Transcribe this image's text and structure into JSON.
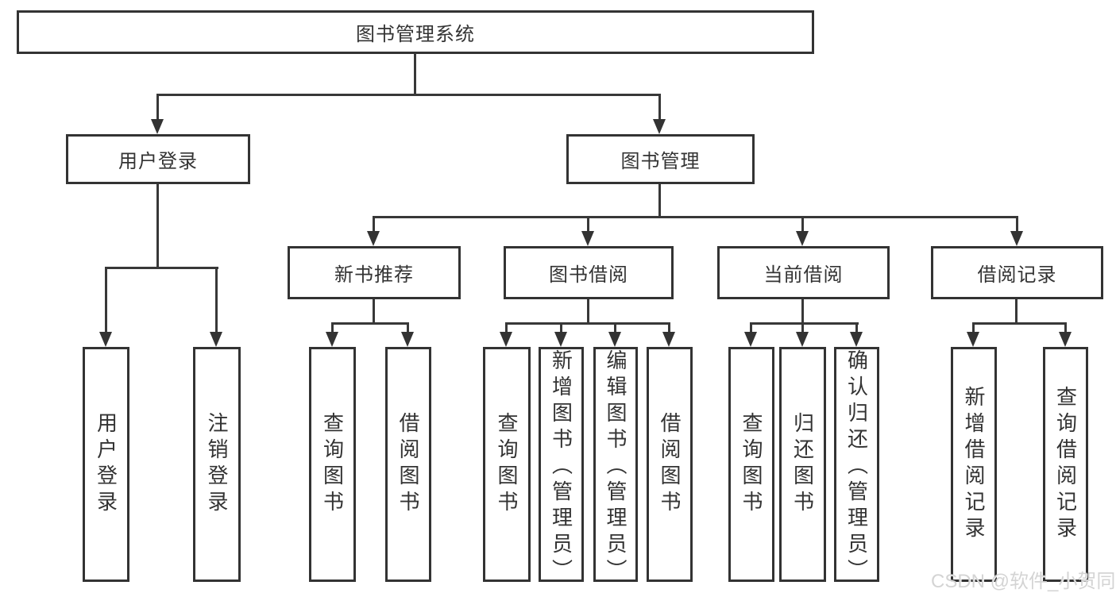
{
  "tree": {
    "root": "图书管理系统",
    "branches": [
      {
        "label": "用户登录",
        "children": [
          "用户登录",
          "注销登录"
        ]
      },
      {
        "label": "图书管理",
        "sections": [
          {
            "label": "新书推荐",
            "children": [
              "查询图书",
              "借阅图书"
            ]
          },
          {
            "label": "图书借阅",
            "children": [
              "查询图书",
              "新增图书（管理员）",
              "编辑图书（管理员）",
              "借阅图书"
            ]
          },
          {
            "label": "当前借阅",
            "children": [
              "查询图书",
              "归还图书",
              "确认归还（管理员）"
            ]
          },
          {
            "label": "借阅记录",
            "children": [
              "新增借阅记录",
              "查询借阅记录"
            ]
          }
        ]
      }
    ]
  },
  "watermark": "CSDN @软件_小贺同学",
  "colors": {
    "line": "#383838",
    "border": "#333333",
    "text": "#333333",
    "background": "#ffffff"
  }
}
